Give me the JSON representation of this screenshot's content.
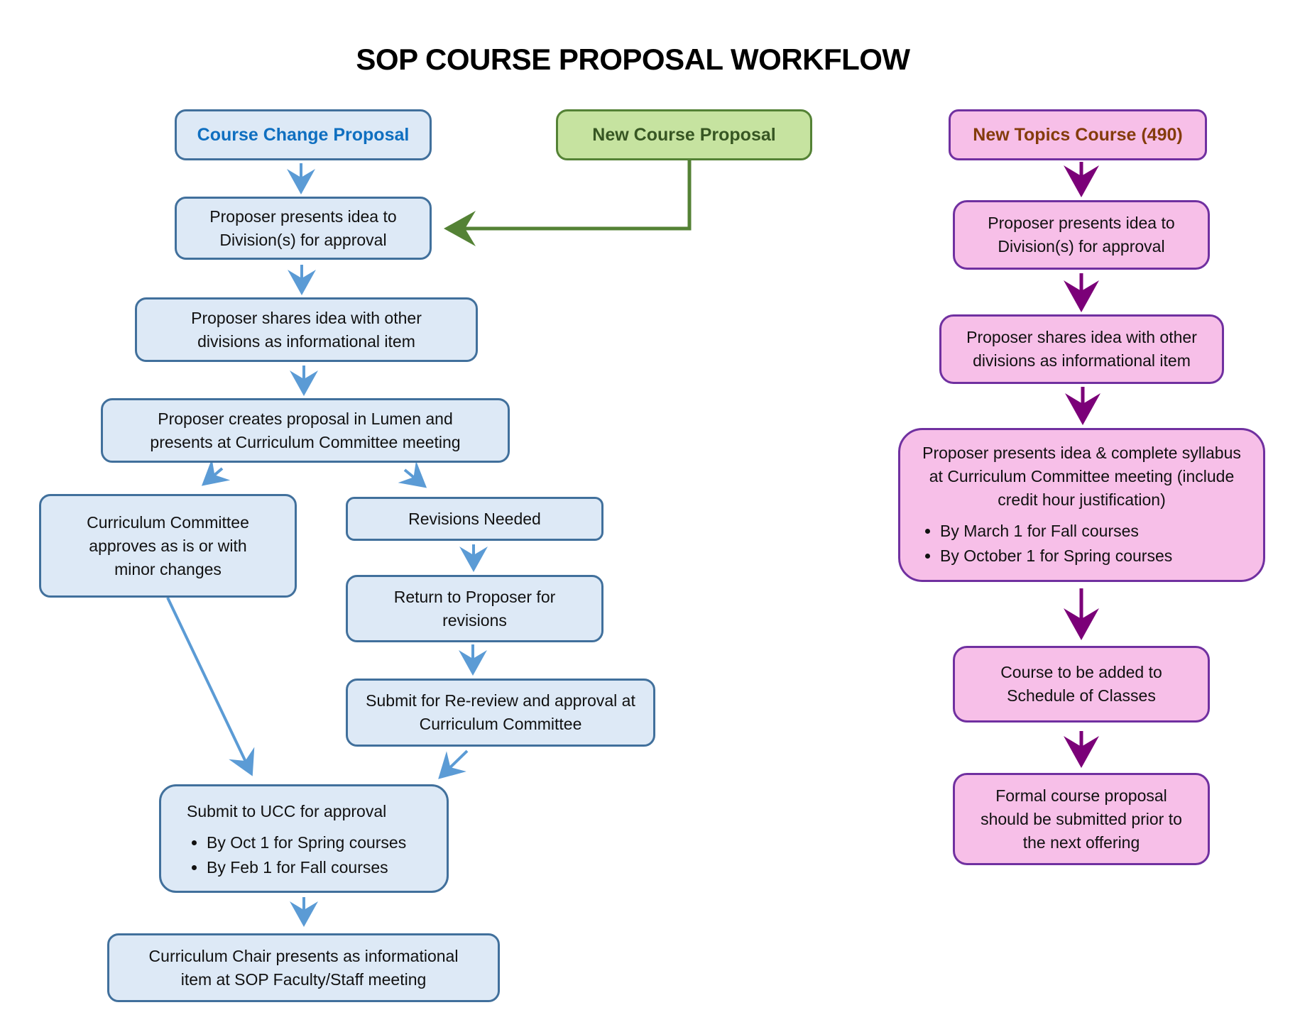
{
  "title": "SOP COURSE PROPOSAL WORKFLOW",
  "colors": {
    "blue_fill": "#dde9f6",
    "blue_border": "#41709c",
    "blue_arrow": "#5b9bd5",
    "blue_header_text": "#0f6fc0",
    "green_fill": "#c6e3a0",
    "green_border": "#548235",
    "green_header_text": "#375623",
    "pink_fill": "#f7bfe8",
    "pink_border": "#7030a0",
    "pink_arrow": "#7b0078",
    "pink_header_text": "#843c0c"
  },
  "course_change": {
    "header": "Course Change Proposal",
    "steps": {
      "present_division": "Proposer presents idea to Division(s) for approval",
      "share_divisions": "Proposer shares idea with other divisions as informational item",
      "create_lumen": "Proposer creates proposal in Lumen and presents at Curriculum Committee meeting",
      "cc_approves": "Curriculum Committee approves as is or with minor changes",
      "revisions_needed": "Revisions Needed",
      "return_proposer": "Return to Proposer for revisions",
      "rereview": "Submit for Re-review and approval at Curriculum Committee",
      "ucc": {
        "label": "Submit to UCC for approval",
        "bullets": [
          "By Oct 1 for Spring courses",
          "By Feb 1 for Fall courses"
        ]
      },
      "chair_presents": "Curriculum Chair presents as informational item at SOP Faculty/Staff meeting"
    }
  },
  "new_course": {
    "header": "New Course Proposal"
  },
  "new_topics": {
    "header": "New Topics Course (490)",
    "steps": {
      "present_division": "Proposer presents idea to Division(s) for approval",
      "share_divisions": "Proposer shares idea with other divisions as informational item",
      "present_syllabus": {
        "label": "Proposer presents idea & complete syllabus at Curriculum Committee meeting (include credit hour justification)",
        "bullets": [
          "By March 1 for Fall courses",
          "By October 1 for Spring courses"
        ]
      },
      "schedule": "Course to be added to Schedule of Classes",
      "formal": "Formal course proposal should be submitted prior to the next offering"
    }
  }
}
